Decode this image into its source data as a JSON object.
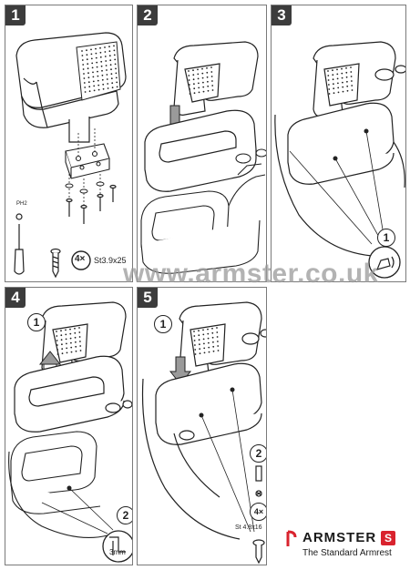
{
  "steps": [
    {
      "number": "1"
    },
    {
      "number": "2"
    },
    {
      "number": "3",
      "callout": "1"
    },
    {
      "number": "4",
      "callout_a": "1",
      "callout_b": "2",
      "gap_label": "3mm"
    },
    {
      "number": "5",
      "callout_a": "1",
      "callout_b": "2",
      "qty": "4×",
      "screw_spec": "St 4.8x16"
    }
  ],
  "step1": {
    "qty": "4×",
    "screw_spec": "St3.9x25",
    "tool_label": "PH2"
  },
  "watermark": "www.armster.co.uk",
  "brand": {
    "name": "ARMSTER",
    "badge": "S",
    "tagline": "The Standard Armrest",
    "color": "#d9232e"
  },
  "icons": [
    "armrest-icon",
    "dotted-pad-icon",
    "bracket-icon",
    "screw-icon",
    "screwdriver-icon",
    "washer-icon",
    "arrow-down-icon",
    "arrow-up-icon",
    "console-icon",
    "clip-icon",
    "rotate-icon"
  ]
}
